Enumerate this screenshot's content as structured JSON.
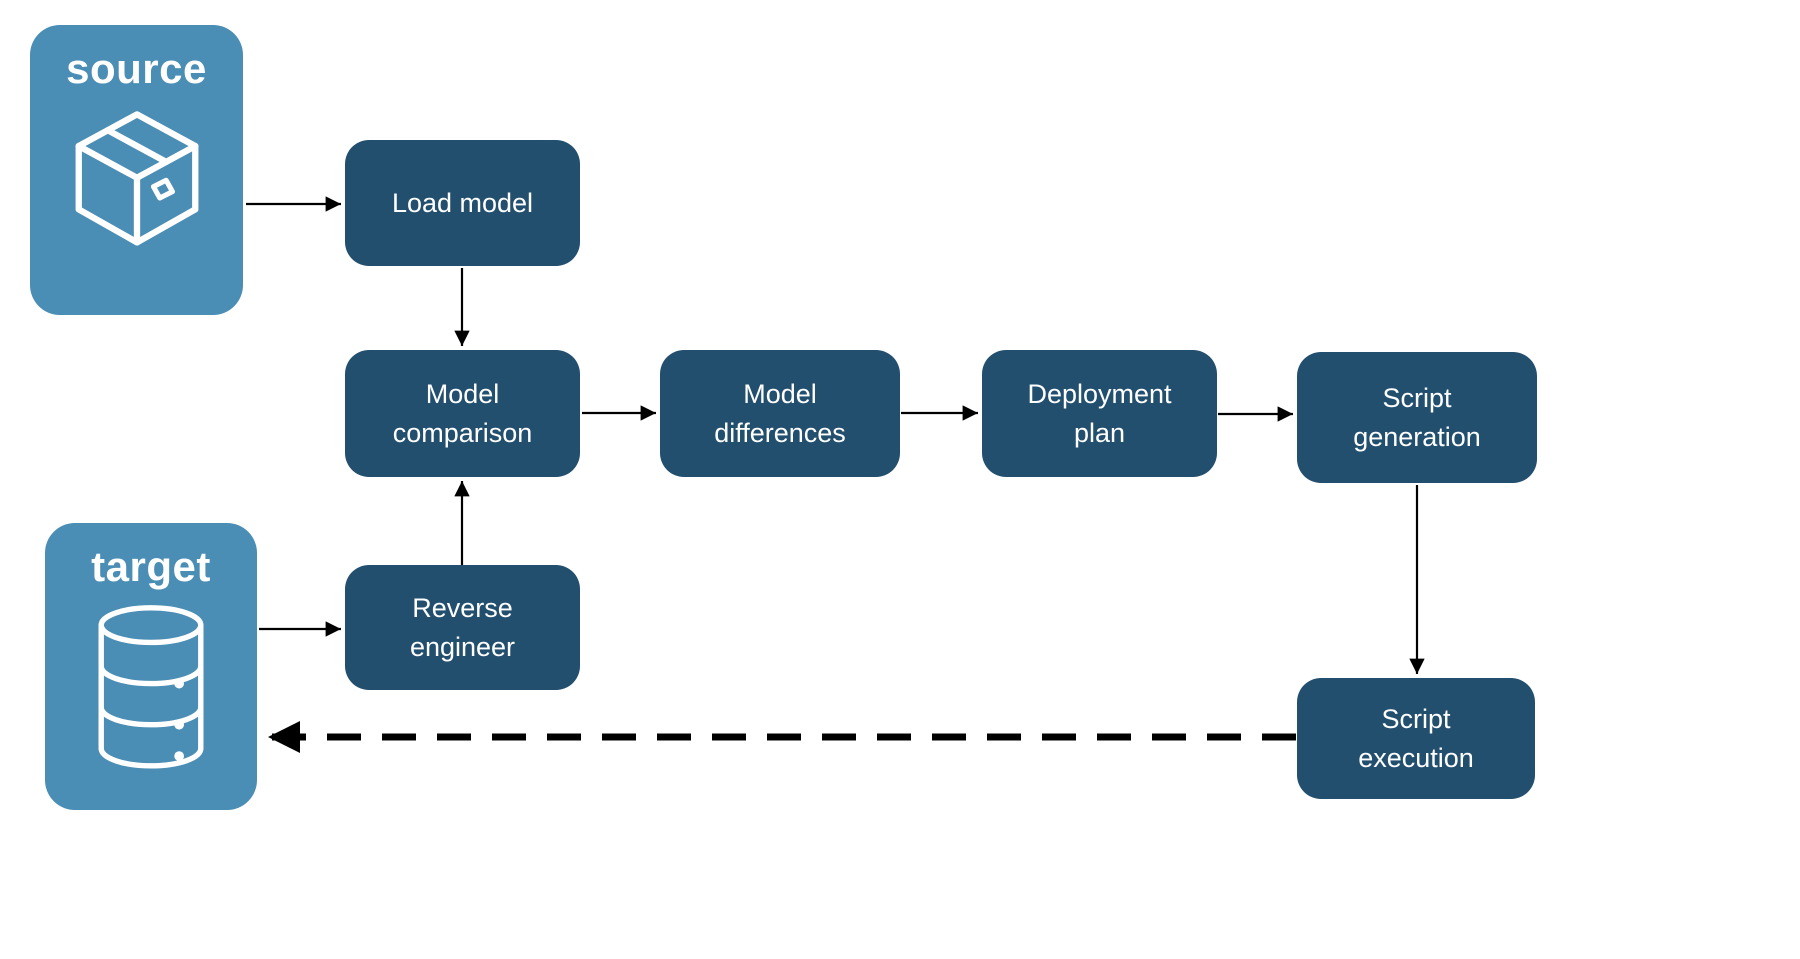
{
  "diagram": {
    "endpoints": {
      "source": {
        "label": "source",
        "icon": "package-icon"
      },
      "target": {
        "label": "target",
        "icon": "database-icon"
      }
    },
    "processes": {
      "load_model": {
        "label": "Load model"
      },
      "model_comparison": {
        "label": "Model comparison"
      },
      "model_differences": {
        "label": "Model differences"
      },
      "deployment_plan": {
        "label": "Deployment plan"
      },
      "script_generation": {
        "label": "Script generation"
      },
      "reverse_engineer": {
        "label": "Reverse engineer"
      },
      "script_execution": {
        "label": "Script execution"
      }
    },
    "edges": [
      {
        "from": "source",
        "to": "load_model",
        "style": "solid"
      },
      {
        "from": "load_model",
        "to": "model_comparison",
        "style": "solid"
      },
      {
        "from": "model_comparison",
        "to": "model_differences",
        "style": "solid"
      },
      {
        "from": "model_differences",
        "to": "deployment_plan",
        "style": "solid"
      },
      {
        "from": "deployment_plan",
        "to": "script_generation",
        "style": "solid"
      },
      {
        "from": "script_generation",
        "to": "script_execution",
        "style": "solid"
      },
      {
        "from": "target",
        "to": "reverse_engineer",
        "style": "solid"
      },
      {
        "from": "reverse_engineer",
        "to": "model_comparison",
        "style": "solid"
      },
      {
        "from": "script_execution",
        "to": "target",
        "style": "dashed"
      }
    ],
    "colors": {
      "endpoint_fill": "#4A8DB5",
      "process_fill": "#234F6F",
      "label_text": "#FFFFFF",
      "arrow": "#000000",
      "background": "#FFFFFF"
    }
  }
}
